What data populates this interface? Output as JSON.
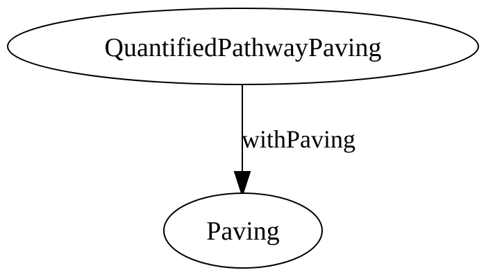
{
  "graph": {
    "nodes": [
      {
        "id": "QuantifiedPathwayPaving",
        "label": "QuantifiedPathwayPaving"
      },
      {
        "id": "Paving",
        "label": "Paving"
      }
    ],
    "edges": [
      {
        "from": "QuantifiedPathwayPaving",
        "to": "Paving",
        "label": "withPaving"
      }
    ]
  },
  "colors": {
    "stroke": "#000000",
    "background": "#ffffff"
  }
}
